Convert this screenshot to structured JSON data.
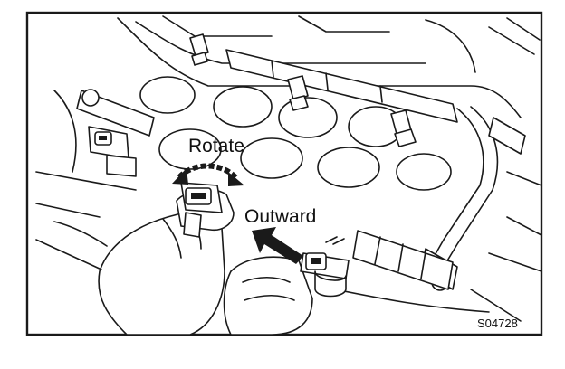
{
  "labels": {
    "rotate": "Rotate",
    "outward": "Outward",
    "figure_code": "S04728"
  },
  "colors": {
    "ink": "#1a1a1a",
    "background": "#ffffff"
  }
}
